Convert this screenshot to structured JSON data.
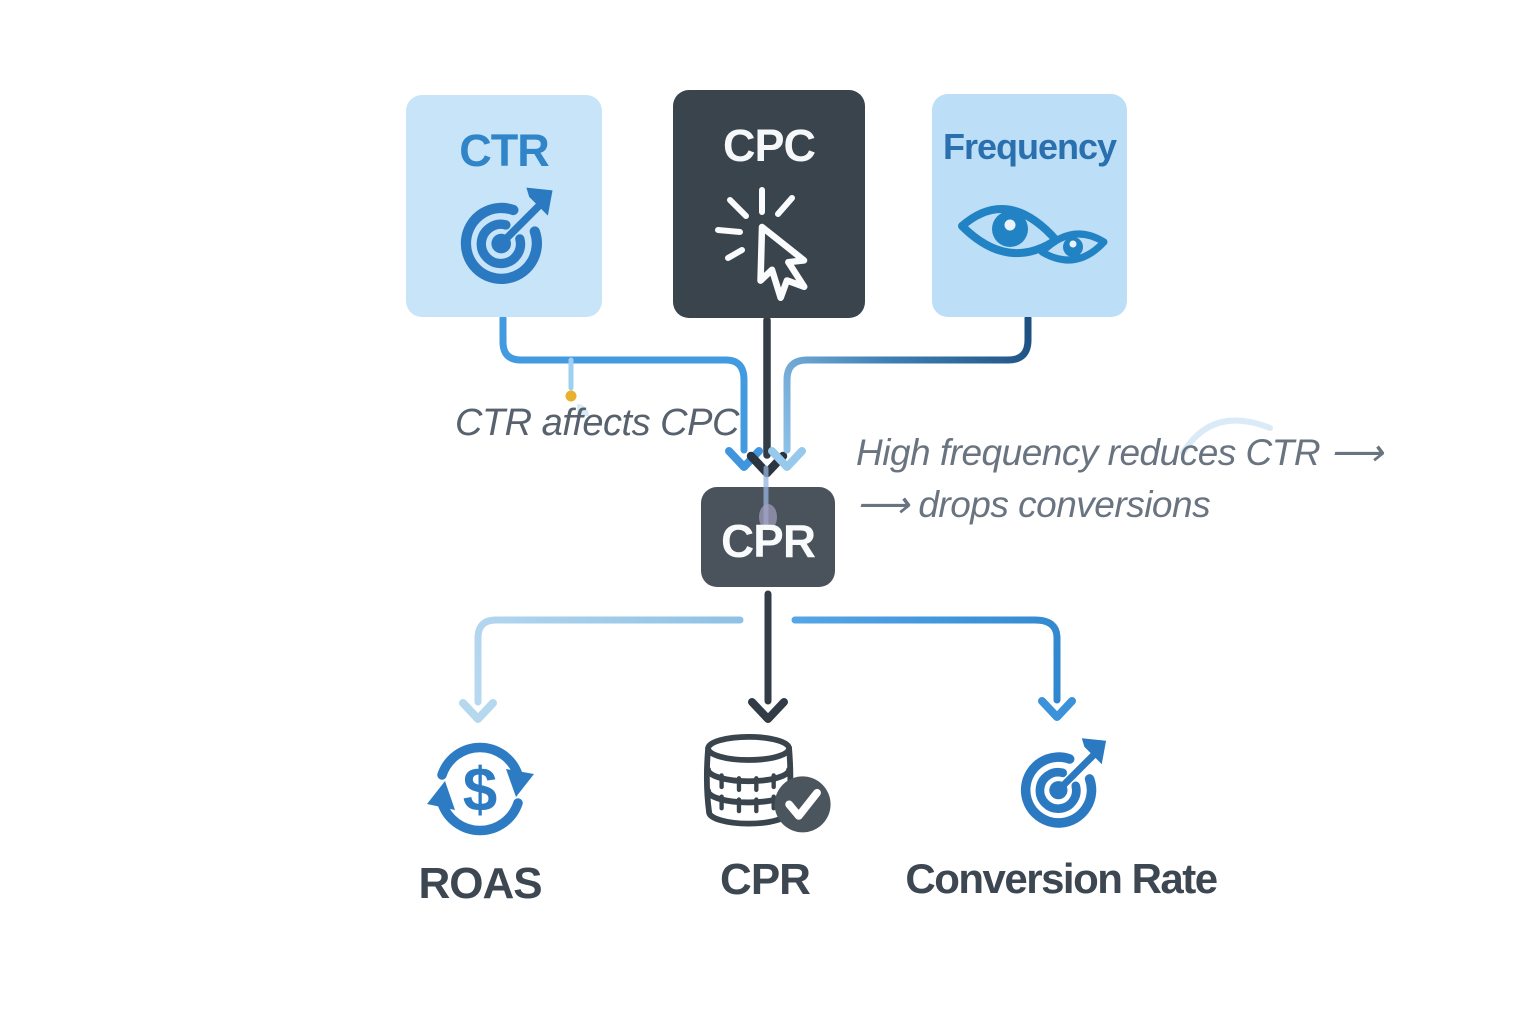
{
  "nodes": {
    "top": [
      {
        "id": "ctr",
        "label": "CTR",
        "icon": "target-arrow-icon",
        "style": "light-blue"
      },
      {
        "id": "cpc",
        "label": "CPC",
        "icon": "cursor-click-icon",
        "style": "dark-slate"
      },
      {
        "id": "frequency",
        "label": "Frequency",
        "icon": "double-eye-icon",
        "style": "light-blue"
      }
    ],
    "center": {
      "id": "cpr",
      "label": "CPR"
    },
    "bottom": [
      {
        "id": "roas",
        "label": "ROAS",
        "icon": "dollar-cycle-icon"
      },
      {
        "id": "cpr-outcome",
        "label": "CPR",
        "icon": "coins-check-icon"
      },
      {
        "id": "conversion-rate",
        "label": "Conversion Rate",
        "icon": "target-arrow-icon"
      }
    ]
  },
  "edges": [
    {
      "from": "ctr",
      "to": "cpr"
    },
    {
      "from": "cpc",
      "to": "cpr"
    },
    {
      "from": "frequency",
      "to": "cpr"
    },
    {
      "from": "cpr",
      "to": "roas"
    },
    {
      "from": "cpr",
      "to": "cpr-outcome"
    },
    {
      "from": "cpr",
      "to": "conversion-rate"
    }
  ],
  "annotations": [
    {
      "id": "ctr-affects-cpc",
      "text": "CTR affects CPC"
    },
    {
      "id": "high-frequency-1",
      "text": "High frequency reduces CTR ⟶"
    },
    {
      "id": "high-frequency-2",
      "text": "⟶ drops conversions"
    }
  ],
  "icons": {
    "dollar_glyph": "$"
  },
  "colors": {
    "light_box_bg": "#c7e4f9",
    "light_box_bg_alt": "#bcdef6",
    "dark_box_bg": "#3a444c",
    "cpr_box_bg": "#4a535c",
    "ctr_label": "#3085c8",
    "frequency_label": "#2a6fae",
    "icon_blue": "#2b7ac1",
    "line_blue": "#429ae1",
    "line_navy": "#1d4f7f",
    "line_light_blue": "#a9d0ec",
    "line_dark": "#323c46",
    "yellow_dot": "#e9b02e",
    "annotation_gray": "#6a7480",
    "bottom_label": "#3d4751"
  }
}
